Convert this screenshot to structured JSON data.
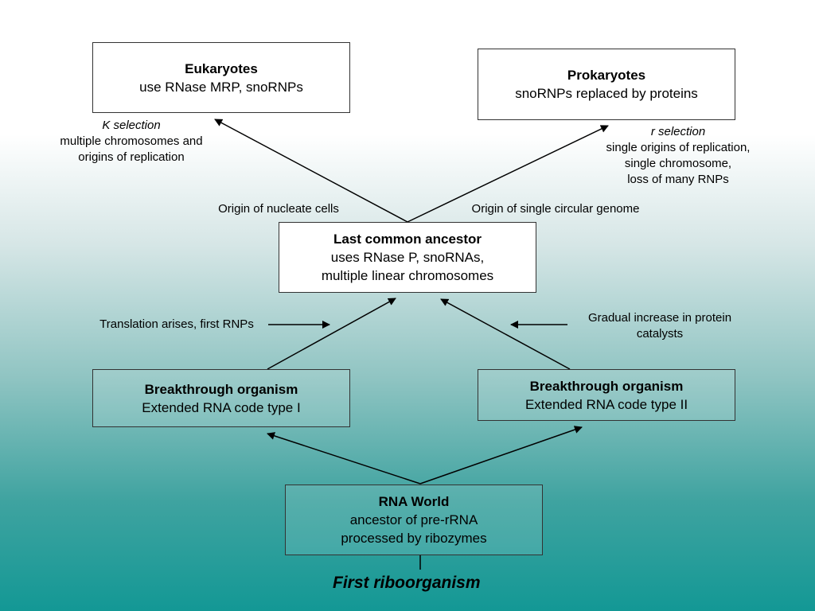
{
  "boxes": {
    "eukaryotes": {
      "title": "Eukaryotes",
      "line1": "use RNase MRP, snoRNPs"
    },
    "prokaryotes": {
      "title": "Prokaryotes",
      "line1": "snoRNPs replaced by proteins"
    },
    "lca": {
      "title": "Last common ancestor",
      "line1": "uses RNase P, snoRNAs,",
      "line2": "multiple linear chromosomes"
    },
    "breakthrough_1": {
      "title": "Breakthrough organism",
      "line1": "Extended RNA code type I"
    },
    "breakthrough_2": {
      "title": "Breakthrough organism",
      "line1": "Extended RNA code type II"
    },
    "rna_world": {
      "title": "RNA World",
      "line1": "ancestor of pre-rRNA",
      "line2": "processed by ribozymes"
    }
  },
  "notes": {
    "k_selection": {
      "heading": "K selection",
      "line1": "multiple chromosomes and",
      "line2": "origins of replication"
    },
    "r_selection": {
      "heading": "r selection",
      "line1": "single origins of replication,",
      "line2": "single chromosome,",
      "line3": "loss of many RNPs"
    },
    "origin_nucleate": "Origin of nucleate cells",
    "origin_circular": "Origin of single circular genome",
    "translation": "Translation arises, first RNPs",
    "gradual_1": "Gradual increase in protein",
    "gradual_2": "catalysts"
  },
  "footer": {
    "first_riboorganism": "First riboorganism"
  }
}
